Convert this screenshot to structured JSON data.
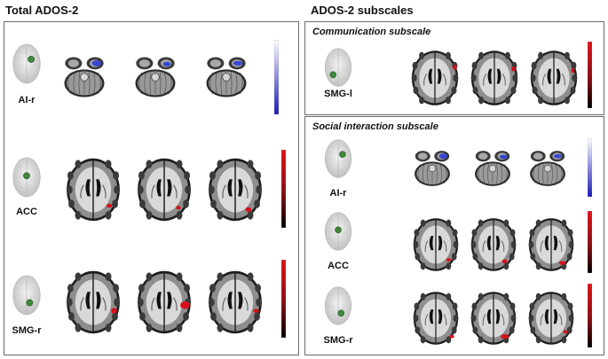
{
  "headings": {
    "left": "Total ADOS-2",
    "right": "ADOS-2 subscales"
  },
  "panels": {
    "communication": {
      "title": "Communication subscale"
    },
    "social": {
      "title": "Social interaction subscale"
    }
  },
  "rows": {
    "total_ai": {
      "label": "AI-r",
      "slice_type": "cerebellar",
      "map_color": "#2d3bd6",
      "scale": "blue"
    },
    "total_acc": {
      "label": "ACC",
      "slice_type": "axial",
      "map_color": "#d6101a",
      "scale": "red"
    },
    "total_smg": {
      "label": "SMG-r",
      "slice_type": "axial",
      "map_color": "#d6101a",
      "scale": "red"
    },
    "comm_smg": {
      "label": "SMG-l",
      "slice_type": "axial",
      "map_color": "#d6101a",
      "scale": "red"
    },
    "social_ai": {
      "label": "AI-r",
      "slice_type": "cerebellar",
      "map_color": "#2d3bd6",
      "scale": "blue"
    },
    "social_acc": {
      "label": "ACC",
      "slice_type": "axial",
      "map_color": "#d6101a",
      "scale": "red"
    },
    "social_smg": {
      "label": "SMG-r",
      "slice_type": "axial",
      "map_color": "#d6101a",
      "scale": "red"
    }
  },
  "colors": {
    "seed": "#3f8a3a",
    "positive_scale_top": "#e0141a",
    "negative_scale_bottom": "#1a1ab8",
    "panel_border": "#6b6b6b"
  },
  "icons": {
    "glass_brain": "glass-brain-icon",
    "seed": "roi-seed-icon"
  }
}
